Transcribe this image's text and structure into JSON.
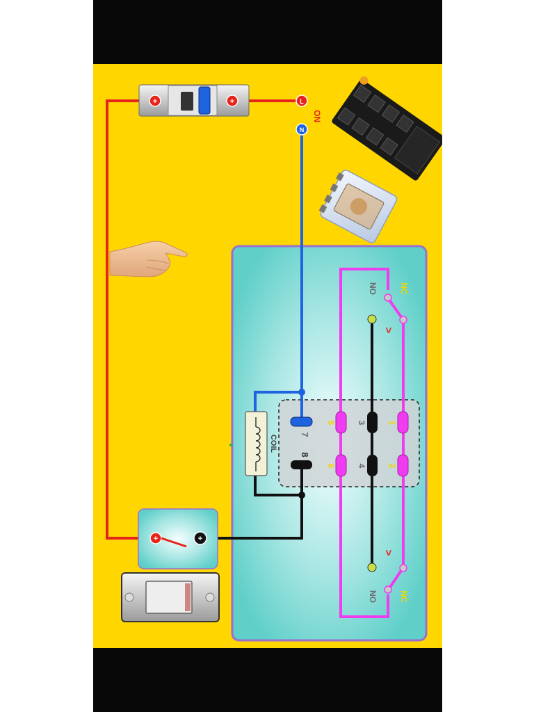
{
  "labels": {
    "on": "ON",
    "l": "L",
    "n": "N",
    "plus": "+",
    "coil": "COIL",
    "nc": "NC",
    "no": "NO",
    "pin1": "1",
    "pin2": "2",
    "pin3": "3",
    "pin4": "4",
    "pin5": "5",
    "pin6": "6",
    "pin7": "7",
    "pin8": "8",
    "arrow": ">"
  },
  "colors": {
    "background": "#FFD600",
    "panel": "#7FD8D4",
    "panel_border": "#9A6FD0",
    "live_wire": "#E8241A",
    "neutral_wire": "#1E63E0",
    "contact_wire": "#F03CF0",
    "common_wire": "#111111",
    "pin_label": "#F2D500"
  },
  "icons": [
    "breaker-icon",
    "relay-socket-icon",
    "relay-icon",
    "hand-pointer-icon",
    "push-switch-icon",
    "rocker-switch-icon",
    "coil-icon"
  ]
}
